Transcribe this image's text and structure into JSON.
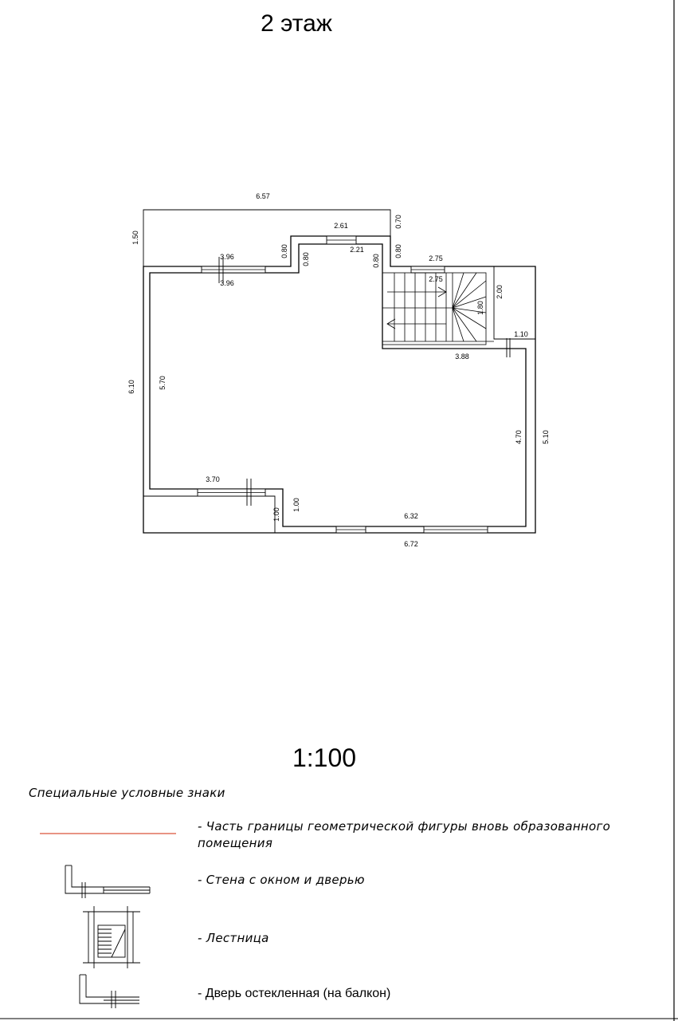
{
  "page_title": "2 этаж",
  "scale": "1:100",
  "dimensions": {
    "top_balcony_width": "6.57",
    "top_balcony_depth": "1.50",
    "notch_depth_right": "0.70",
    "window_top_left_outer": "3.96",
    "window_top_left_inner": "3.96",
    "notch_left_outer": "0.80",
    "notch_left_inner": "0.80",
    "notch_top_outer": "2.61",
    "notch_top_inner": "2.21",
    "notch_right_outer": "0.80",
    "notch_right_inner": "0.80",
    "stair_top_outer": "2.75",
    "stair_top_inner": "2.75",
    "stair_height": "1.80",
    "right_balcony_depth": "2.00",
    "right_step": "1.10",
    "stair_bottom": "3.88",
    "left_outer": "6.10",
    "left_inner": "5.70",
    "right_inner": "4.70",
    "right_outer": "5.10",
    "bottom_left_window": "3.70",
    "bottom_left_step_outer": "1.00",
    "bottom_left_step_inner": "1.00",
    "bottom_inner": "6.32",
    "bottom_outer": "6.72"
  },
  "legend": {
    "heading": "Специальные условные знаки",
    "items": [
      {
        "symbol": "red-line",
        "text_line1": "- Часть границы геометрической фигуры вновь образованного",
        "text_line2": "помещения",
        "color": "#d9533a"
      },
      {
        "symbol": "wall-window-door",
        "text_line1": "- Стена с окном и дверью"
      },
      {
        "symbol": "staircase",
        "text_line1": "- Лестница"
      },
      {
        "symbol": "glazed-door",
        "text_line1": "- Дверь остекленная (на балкон)"
      }
    ]
  }
}
